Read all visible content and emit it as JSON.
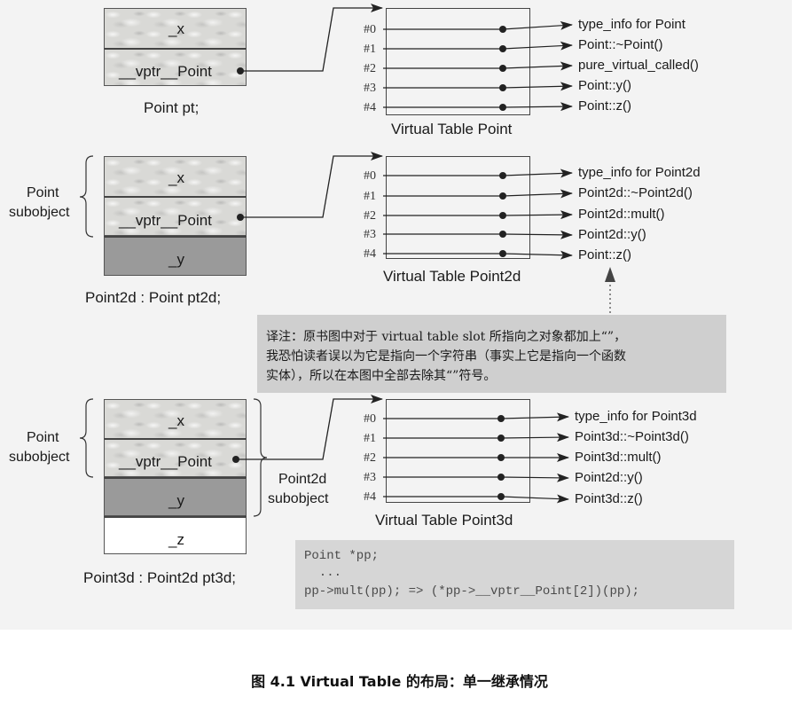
{
  "groups": [
    {
      "object_fields": [
        "_x",
        "__vptr__Point"
      ],
      "declaration": "Point pt;",
      "vtable_label": "Virtual Table Point",
      "slots": [
        "#0",
        "#1",
        "#2",
        "#3",
        "#4"
      ],
      "entries": [
        "type_info for Point",
        "Point::~Point()",
        "pure_virtual_called()",
        "Point::y()",
        "Point::z()"
      ]
    },
    {
      "object_fields": [
        "_x",
        "__vptr__Point",
        "_y"
      ],
      "declaration": "Point2d : Point pt2d;",
      "subobject_label": [
        "Point",
        "subobject"
      ],
      "vtable_label": "Virtual Table Point2d",
      "slots": [
        "#0",
        "#1",
        "#2",
        "#3",
        "#4"
      ],
      "entries": [
        "type_info for Point2d",
        "Point2d::~Point2d()",
        "Point2d::mult()",
        "Point2d::y()",
        "Point::z()"
      ]
    },
    {
      "object_fields": [
        "_x",
        "__vptr__Point",
        "_y",
        "_z"
      ],
      "declaration": "Point3d : Point2d pt3d;",
      "subobject_label": [
        "Point",
        "subobject"
      ],
      "subobject_label_2": [
        "Point2d",
        "subobject"
      ],
      "vtable_label": "Virtual Table Point3d",
      "slots": [
        "#0",
        "#1",
        "#2",
        "#3",
        "#4"
      ],
      "entries": [
        "type_info for Point3d",
        "Point3d::~Point3d()",
        "Point3d::mult()",
        "Point2d::y()",
        "Point3d::z()"
      ]
    }
  ],
  "translator_note": [
    "译注：原书图中对于 virtual table slot 所指向之对象都加上“”，",
    "我恐怕读者误以为它是指向一个字符串（事实上它是指向一个函数",
    "实体），所以在本图中全部去除其“”符号。"
  ],
  "code_example": [
    "Point *pp;",
    "  ...",
    "pp->mult(pp); => (*pp->__vptr__Point[2])(pp);"
  ],
  "caption": "图 4.1   Virtual Table 的布局：单一继承情况"
}
